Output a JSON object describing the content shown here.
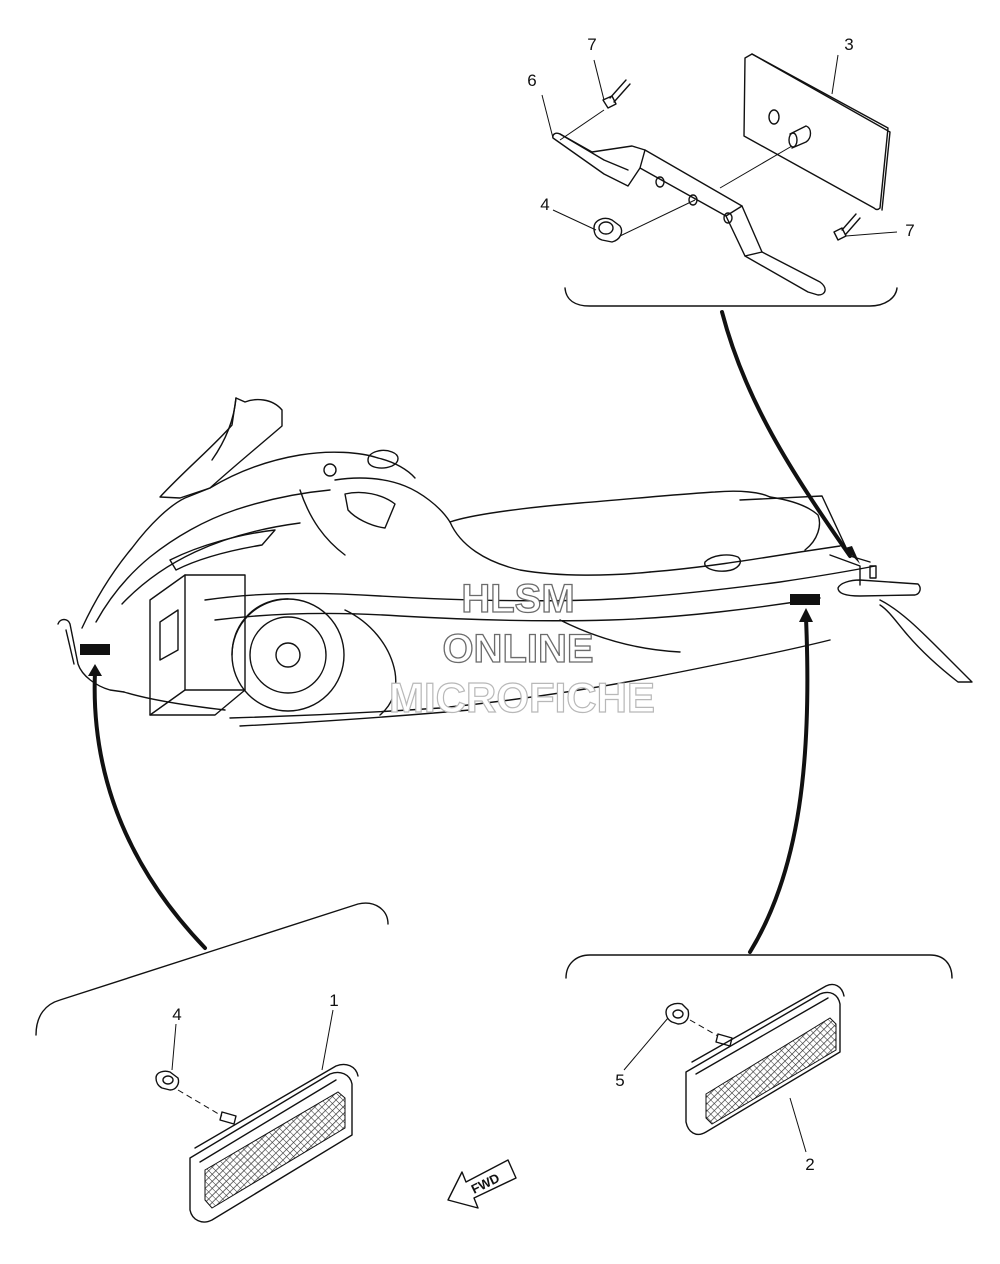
{
  "callouts": [
    {
      "id": "c1",
      "number": "1"
    },
    {
      "id": "c2",
      "number": "2"
    },
    {
      "id": "c3",
      "number": "3"
    },
    {
      "id": "c4a",
      "number": "4"
    },
    {
      "id": "c4b",
      "number": "4"
    },
    {
      "id": "c5",
      "number": "5"
    },
    {
      "id": "c6",
      "number": "6"
    },
    {
      "id": "c7a",
      "number": "7"
    },
    {
      "id": "c7b",
      "number": "7"
    }
  ],
  "watermark": {
    "line1": "HLSM",
    "line2": "ONLINE",
    "line3": "MICROFICHE"
  },
  "direction_arrow": {
    "label": "FWD"
  }
}
